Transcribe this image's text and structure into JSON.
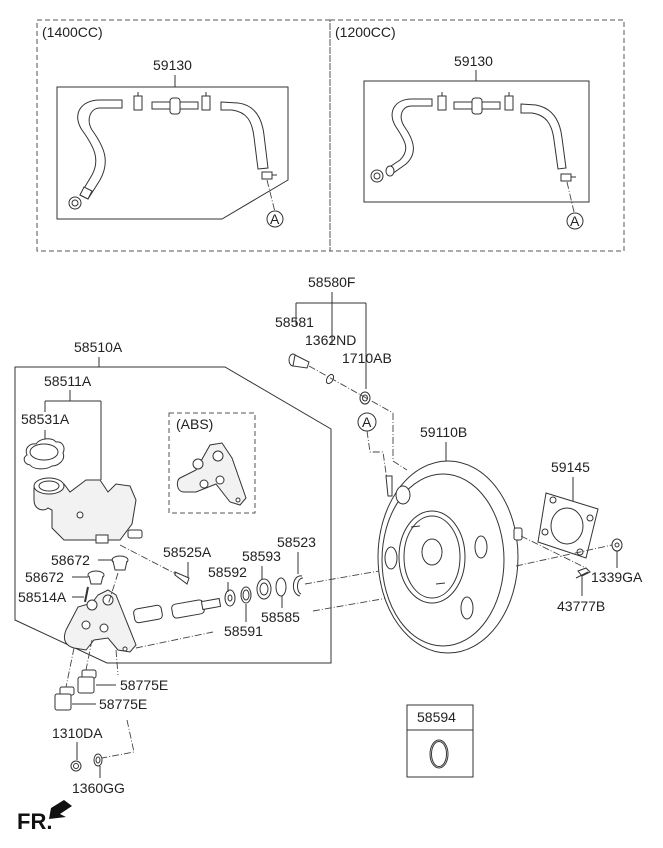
{
  "diagram": {
    "variants": [
      {
        "header": "(1400CC)",
        "part": "59130",
        "ref": "A"
      },
      {
        "header": "(1200CC)",
        "part": "59130",
        "ref": "A"
      }
    ],
    "labels": {
      "p58580F": "58580F",
      "p58581": "58581",
      "p1362ND": "1362ND",
      "p1710AB": "1710AB",
      "refA": "A",
      "p58510A": "58510A",
      "p58511A": "58511A",
      "p58531A": "58531A",
      "abs": "(ABS)",
      "p59110B": "59110B",
      "p59145": "59145",
      "p58672a": "58672",
      "p58672b": "58672",
      "p58514A": "58514A",
      "p58525A": "58525A",
      "p58592": "58592",
      "p58593": "58593",
      "p58523": "58523",
      "p58585": "58585",
      "p58591": "58591",
      "p58775Ea": "58775E",
      "p58775Eb": "58775E",
      "p1339GA": "1339GA",
      "p43777B": "43777B",
      "p1310DA": "1310DA",
      "p1360GG": "1360GG",
      "p58594": "58594",
      "fr": "FR."
    }
  }
}
